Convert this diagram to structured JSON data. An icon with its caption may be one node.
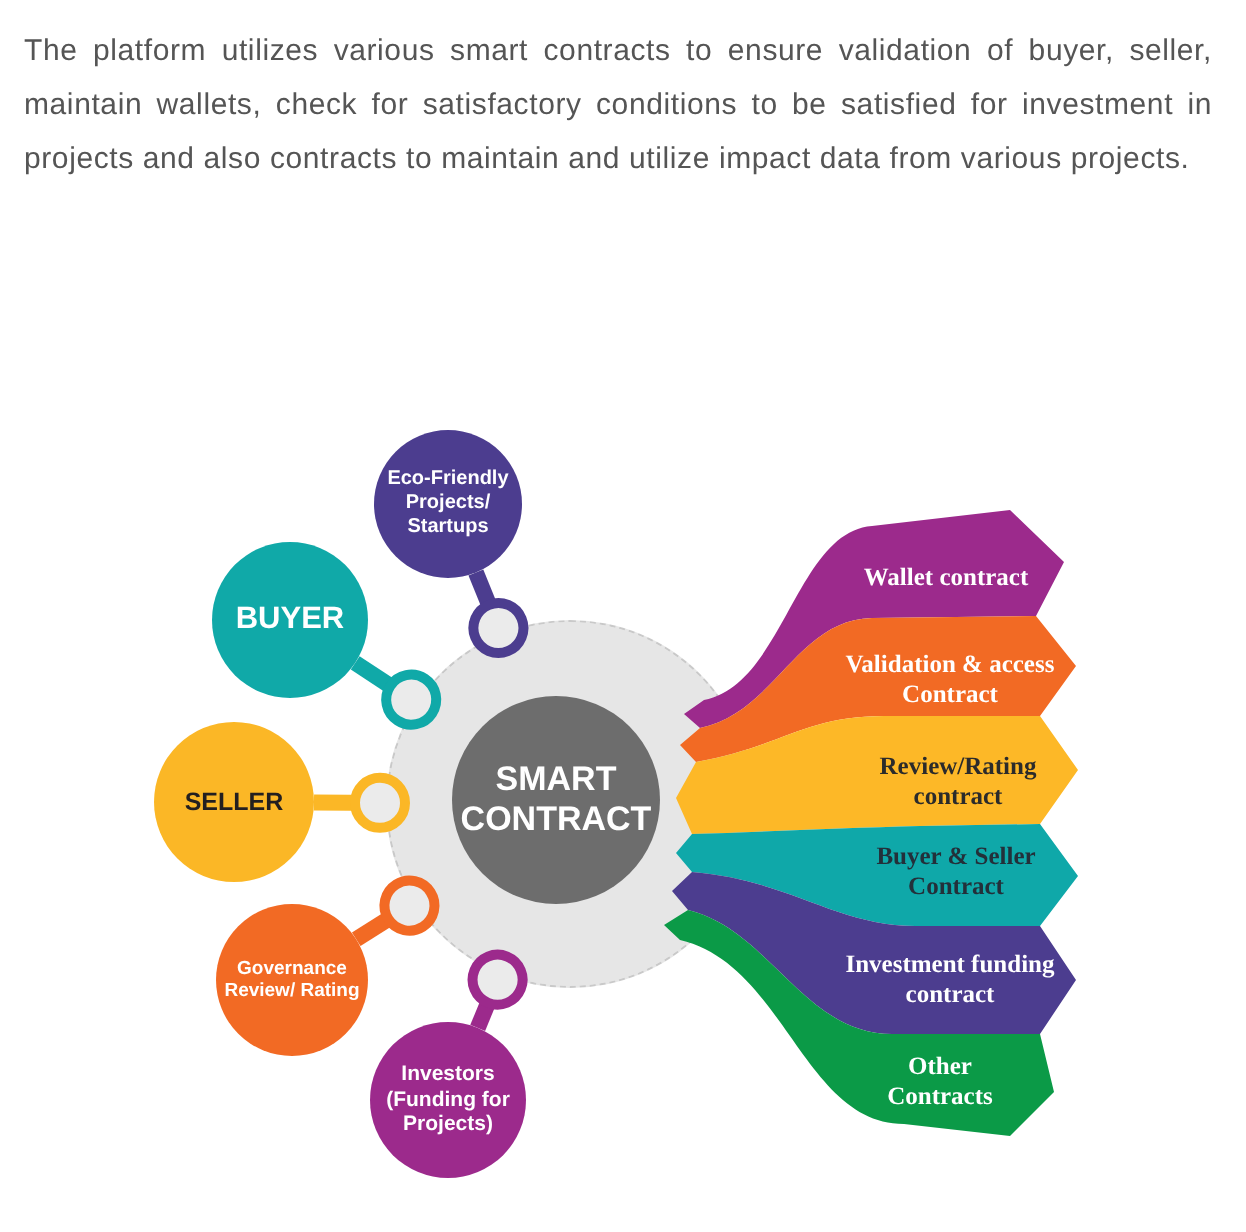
{
  "diagram": {
    "nodes": [
      {
        "text": [
          "Eco-Friendly Projects/ Startups"
        ]
      },
      {
        "text": [
          "BUYER"
        ]
      },
      {
        "text": [
          "SELLER"
        ]
      },
      {
        "text": [
          "Governance Review/ Rating"
        ]
      },
      {
        "text": [
          "Investors (Funding for Projects)"
        ]
      },
      {
        "text": [],
        "shape": "circle"
      },
      {
        "text": [
          "SMART CONTRACT"
        ],
        "in": 5
      },
      {
        "text": [
          "Wallet contract"
        ]
      },
      {
        "text": [
          "Validation & access Contract"
        ]
      },
      {
        "text": [
          "Review/Rating contract"
        ]
      },
      {
        "text": [
          "Buyer & Seller Contract"
        ]
      },
      {
        "text": [
          "Investment funding contract"
        ]
      },
      {
        "text": [
          "Other Contracts"
        ]
      }
    ],
    "edges": [
      {
        "from": 0,
        "to": 5,
        "arrow": "other",
        "color": "#4c3d8f"
      },
      {
        "from": 1,
        "to": 5,
        "arrow": "other",
        "color": "#10a9a8"
      },
      {
        "from": 2,
        "to": 5,
        "arrow": "other",
        "color": "#fbb726"
      },
      {
        "from": 3,
        "to": 5,
        "arrow": "other",
        "color": "#f26a24"
      },
      {
        "from": 4,
        "to": 5,
        "arrow": "other",
        "color": "#9c2a8c"
      }
    ],
    "labels": [
      "The platform utilizes various smart contracts to ensure validation of buyer, seller, maintain wallets, check for satisfactory conditions to be satisfied for investment in projects and also contracts to maintain and utilize impact data from various projects."
    ]
  }
}
